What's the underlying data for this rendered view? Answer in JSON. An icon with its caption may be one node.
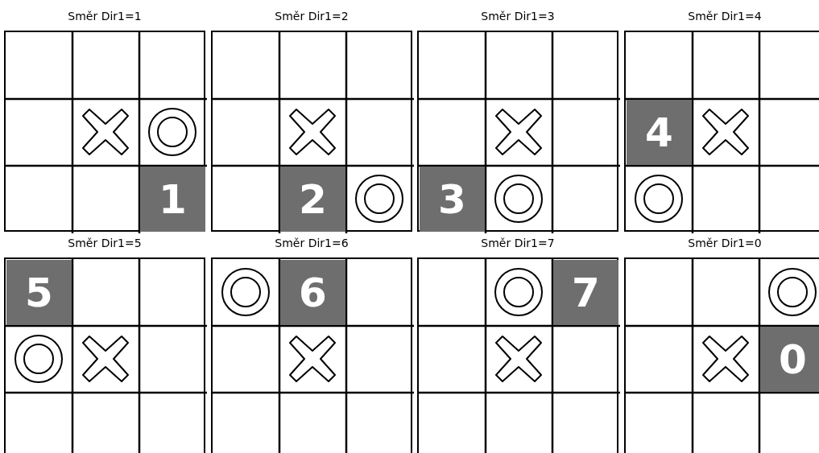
{
  "diagram": {
    "nodes": [
      {
        "text": [
          "Směr Dir1=1"
        ]
      },
      {
        "text": [
          "1"
        ],
        "in": 0
      },
      {
        "text": [
          "Směr Dir1=2"
        ]
      },
      {
        "text": [
          "2"
        ],
        "in": 2
      },
      {
        "text": [
          "Směr Dir1=3"
        ]
      },
      {
        "text": [
          "3"
        ],
        "in": 4
      },
      {
        "text": [
          "Směr Dir1=4"
        ]
      },
      {
        "text": [
          "4"
        ],
        "in": 6
      },
      {
        "text": [
          "Směr Dir1=5"
        ]
      },
      {
        "text": [
          "5"
        ],
        "in": 8
      },
      {
        "text": [
          "Směr Dir1=6"
        ]
      },
      {
        "text": [
          "6"
        ],
        "in": 10
      },
      {
        "text": [
          "Směr Dir1=7"
        ]
      },
      {
        "text": [
          "7"
        ],
        "in": 12
      },
      {
        "text": [
          "Směr Dir1=0"
        ]
      },
      {
        "text": [
          "0"
        ],
        "in": 14
      }
    ]
  }
}
